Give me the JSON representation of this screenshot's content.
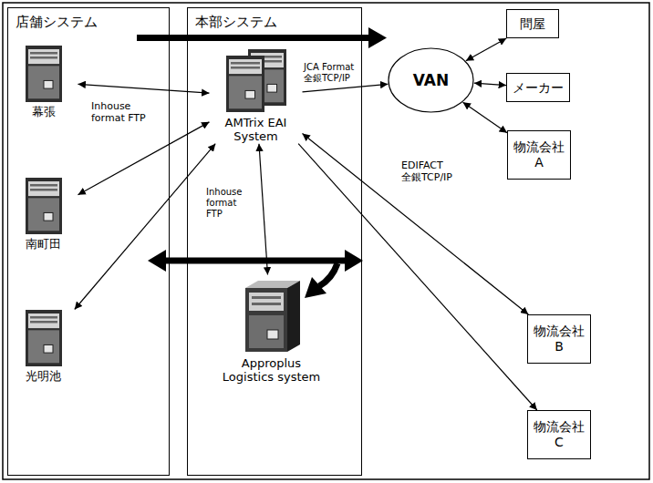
{
  "diagram": {
    "nodes": [
      {
        "text": [
          "店舗システム"
        ]
      },
      {
        "text": [
          "幕張"
        ],
        "in": 0
      },
      {
        "text": [
          "南町田"
        ],
        "in": 0
      },
      {
        "text": [
          "光明池"
        ],
        "in": 0
      },
      {
        "text": [
          "本部システム"
        ]
      },
      {
        "text": [
          "AMTrix EAI System"
        ],
        "in": 4
      },
      {
        "text": [
          "Approplus Logistics system"
        ],
        "in": 4
      },
      {
        "text": [
          "VAN"
        ]
      },
      {
        "text": [
          "問屋"
        ]
      },
      {
        "text": [
          "メーカー"
        ]
      },
      {
        "text": [
          "物流会社 A"
        ]
      },
      {
        "text": [
          "物流会社 B"
        ]
      },
      {
        "text": [
          "物流会社 C"
        ]
      }
    ],
    "edges": [
      {
        "from": 1,
        "to": 5,
        "arrow": "both",
        "label": "Inhouse format FTP"
      },
      {
        "from": 2,
        "to": 5,
        "arrow": "both"
      },
      {
        "from": 3,
        "to": 5,
        "arrow": "both"
      },
      {
        "from": 5,
        "to": 7,
        "arrow": "to",
        "label": "JCA Format 全銀TCP/IP"
      },
      {
        "from": 5,
        "to": 6,
        "arrow": "both",
        "label": "Inhouse format FTP"
      },
      {
        "from": 7,
        "to": 8,
        "arrow": "both"
      },
      {
        "from": 7,
        "to": 9,
        "arrow": "both"
      },
      {
        "from": 7,
        "to": 10,
        "arrow": "both"
      },
      {
        "from": 5,
        "to": 11,
        "arrow": "both",
        "label": "EDIFACT 全銀TCP/IP"
      },
      {
        "from": 5,
        "to": 12,
        "arrow": "to"
      }
    ]
  }
}
